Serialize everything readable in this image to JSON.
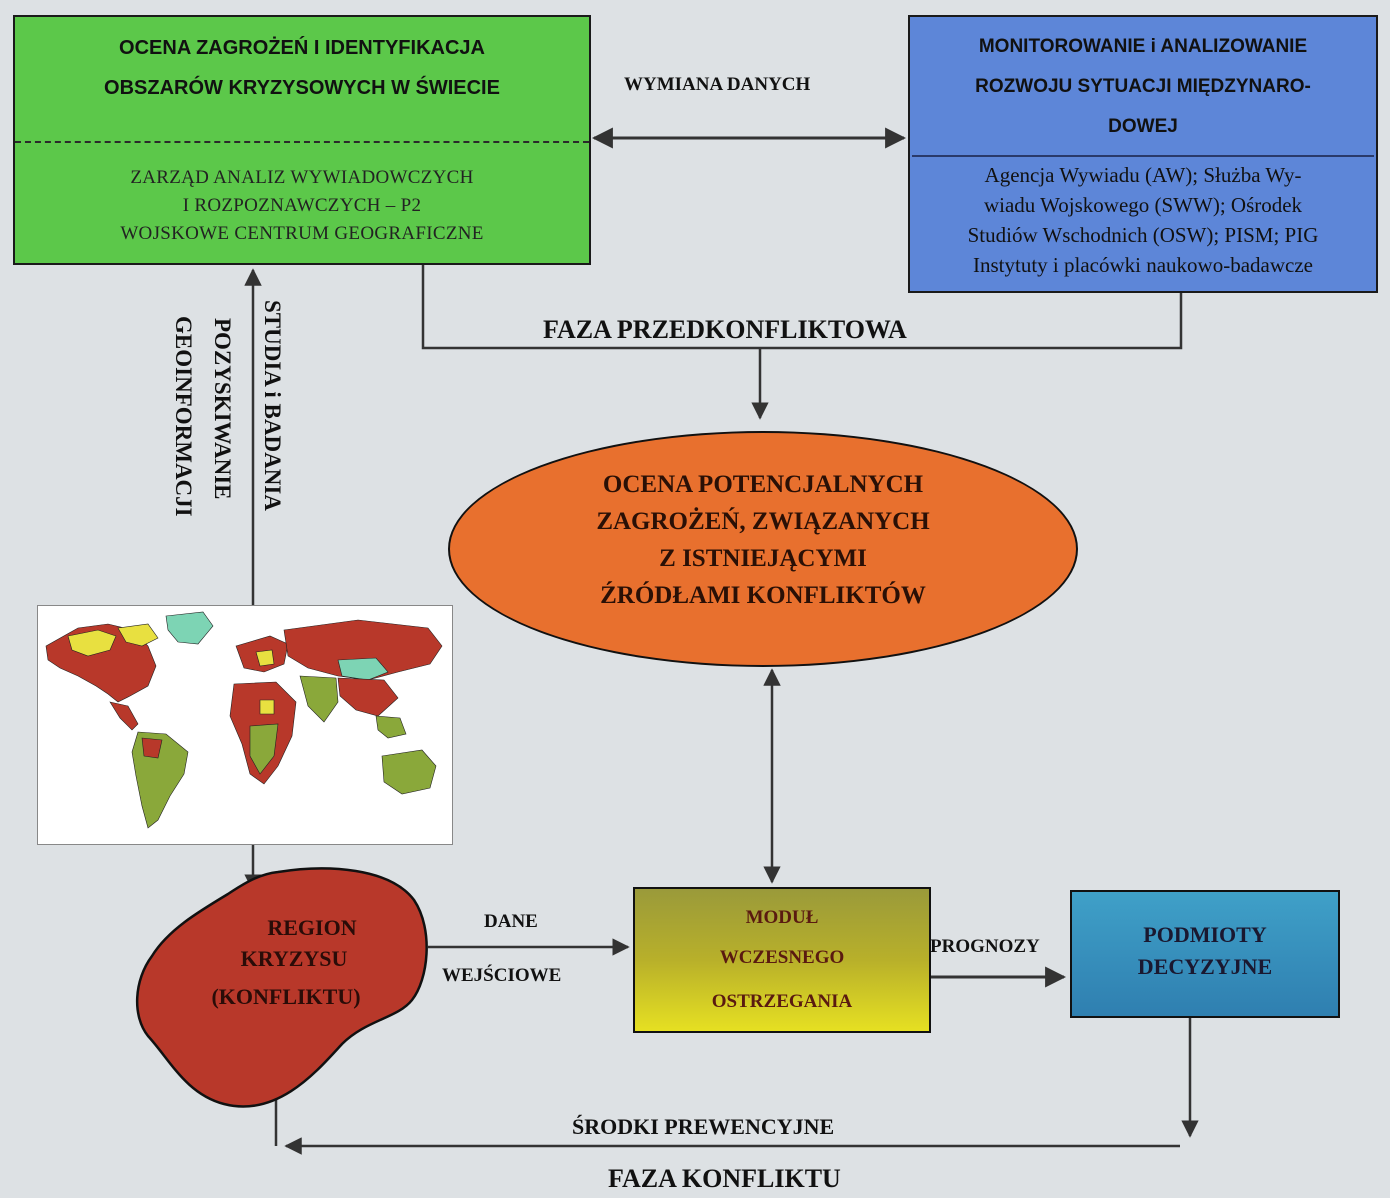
{
  "green_box": {
    "title_line1": "OCENA  ZAGROŻEŃ I  IDENTYFIKACJA",
    "title_line2": "OBSZARÓW KRYZYSOWYCH  W  ŚWIECIE",
    "sub_line1": "ZARZĄD ANALIZ WYWIADOWCZYCH",
    "sub_line2": "I ROZPOZNAWCZYCH – P2",
    "sub_line3": "WOJSKOWE CENTRUM GEOGRAFICZNE"
  },
  "exchange_label": "WYMIANA DANYCH",
  "blue_box": {
    "title_line1": "MONITOROWANIE i ANALIZOWANIE",
    "title_line2": "ROZWOJU SYTUACJI MIĘDZYNARO-",
    "title_line3": "DOWEJ",
    "body_line1": "Agencja Wywiadu (AW); Służba Wy-",
    "body_line2": "wiadu Wojskowego (SWW); Ośrodek",
    "body_line3": "Studiów Wschodnich (OSW); PISM; PIG",
    "body_line4": "Instytuty i placówki naukowo-badawcze"
  },
  "phase_pre": "FAZA  PRZEDKONFLIKTOWA",
  "vertical": {
    "line1": "STUDIA i BADANIA",
    "line2": "POZYSKIWANIE",
    "line3": "GEOINFORMACJI"
  },
  "ellipse": {
    "line1": "OCENA POTENCJALNYCH",
    "line2": "ZAGROŻEŃ, ZWIĄZANYCH",
    "line3": "Z ISTNIEJĄCYMI",
    "line4": "ŹRÓDŁAMI KONFLIKTÓW"
  },
  "region": {
    "line1": "REGION",
    "line2": "KRYZYSU",
    "line3": "(KONFLIKTU)"
  },
  "input_label_1": "DANE",
  "input_label_2": "WEJŚCIOWE",
  "modul": {
    "line1": "MODUŁ",
    "line2": "WCZESNEGO",
    "line3": "OSTRZEGANIA"
  },
  "forecast_label": "PROGNOZY",
  "podmioty": {
    "line1": "PODMIOTY",
    "line2": "DECYZYJNE"
  },
  "preventive_label": "ŚRODKI  PREWENCYJNE",
  "phase_conflict": "FAZA KONFLIKTU",
  "colors": {
    "green_box": "#5cc84a",
    "blue_box": "#5d86d8",
    "ellipse": "#e8702e",
    "region": "#b8382a",
    "modul": "#d8d028",
    "podmioty": "#2f88b8",
    "background": "#dde1e4"
  }
}
